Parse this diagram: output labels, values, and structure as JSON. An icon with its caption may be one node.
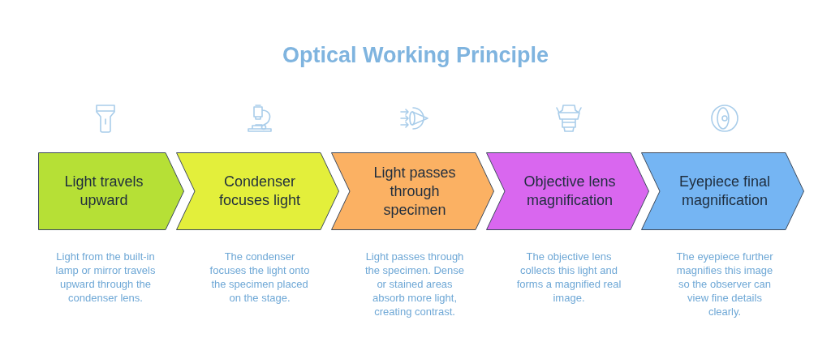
{
  "diagram": {
    "title": "Optical Working Principle",
    "nodes": [
      {
        "text": [
          "Light travels upward"
        ],
        "beside": [
          "Light from the built-in lamp or mirror travels upward through the condenser lens."
        ]
      },
      {
        "text": [
          "Condenser focuses light"
        ],
        "beside": [
          "The condenser focuses the light onto the specimen placed on the stage."
        ]
      },
      {
        "text": [
          "Light passes through specimen"
        ],
        "beside": [
          "Light passes through the specimen. Dense or stained areas absorb more light, creating contrast."
        ]
      },
      {
        "text": [
          "Objective lens magnification"
        ],
        "beside": [
          "The objective lens collects this light and forms a magnified real image."
        ]
      },
      {
        "text": [
          "Eyepiece final magnification"
        ],
        "beside": [
          "The eyepiece further magnifies this image so the observer can view fine details clearly."
        ]
      }
    ]
  }
}
